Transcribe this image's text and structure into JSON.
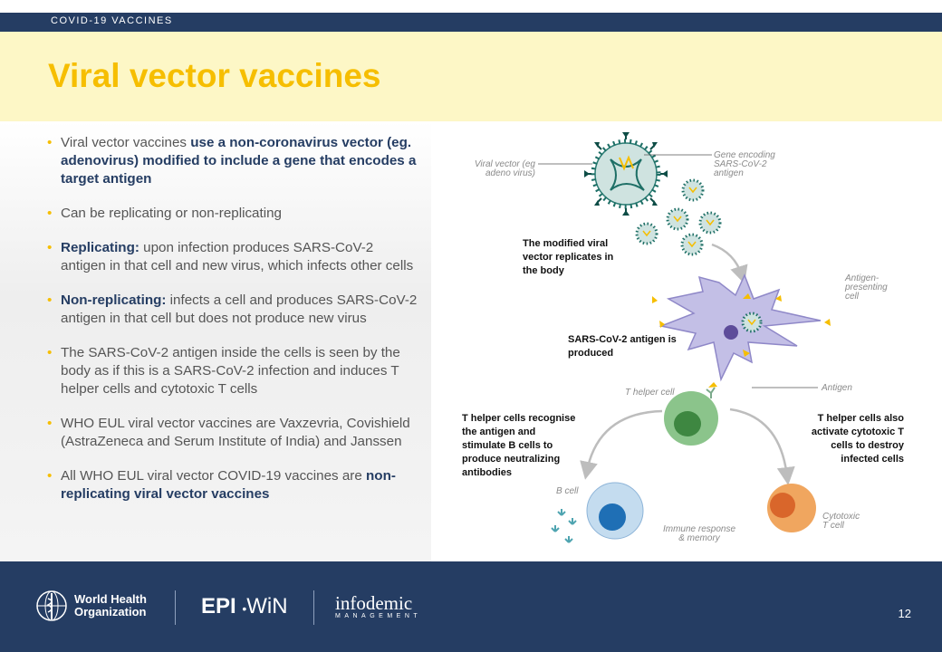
{
  "header": {
    "tag": "COVID-19 VACCINES",
    "title": "Viral vector vaccines"
  },
  "bullets": [
    {
      "pre": "Viral vector vaccines ",
      "bold": "use a non-coronavirus vector (eg. adenovirus) modified to include a gene that encodes a target antigen",
      "post": ""
    },
    {
      "pre": "Can be replicating or non-replicating",
      "bold": "",
      "post": ""
    },
    {
      "pre": "",
      "bold": "Replicating:",
      "post": " upon infection produces SARS-CoV-2 antigen in that cell and new virus, which infects other cells"
    },
    {
      "pre": "",
      "bold": "Non-replicating:",
      "post": " infects a cell and produces SARS-CoV-2 antigen in that cell but does not produce new virus"
    },
    {
      "pre": "The SARS-CoV-2 antigen inside the cells is seen by the body as if this is a SARS-CoV-2 infection and induces T helper cells and cytotoxic T cells",
      "bold": "",
      "post": ""
    },
    {
      "pre": "WHO EUL viral vector vaccines are Vaxzevria, Covishield (AstraZeneca and Serum Institute of India) and Janssen",
      "bold": "",
      "post": ""
    },
    {
      "pre": "All WHO EUL viral vector COVID-19 vaccines are ",
      "bold": "non-replicating viral vector vaccines",
      "post": ""
    }
  ],
  "diagram": {
    "viral_vector": [
      "Viral vector (eg",
      "adeno virus)"
    ],
    "gene_encoding": [
      "Gene encoding",
      "SARS-CoV-2",
      "antigen"
    ],
    "replicates": "The modified viral vector replicates in the body",
    "apc": [
      "Antigen-",
      "presenting",
      "cell"
    ],
    "antigen_produced": "SARS-CoV-2 antigen is produced",
    "antigen": "Antigen",
    "t_helper": "T helper cell",
    "t_helper_recognise": "T helper cells recognise the antigen and stimulate B cells to produce neutralizing antibodies",
    "t_helper_activate": "T helper cells also activate cytotoxic T cells to destroy infected cells",
    "b_cell": "B cell",
    "immune_response": [
      "Immune response",
      "& memory"
    ],
    "cytotoxic": [
      "Cytotoxic",
      "T cell"
    ]
  },
  "footer": {
    "who": [
      "World Health",
      "Organization"
    ],
    "epi": "EPI",
    "win": "WiN",
    "infodemic": "infodemic",
    "management": "MANAGEMENT",
    "page": "12"
  },
  "colors": {
    "navy": "#253d63",
    "yellow": "#f6be00",
    "cream": "#fdf7c6"
  }
}
